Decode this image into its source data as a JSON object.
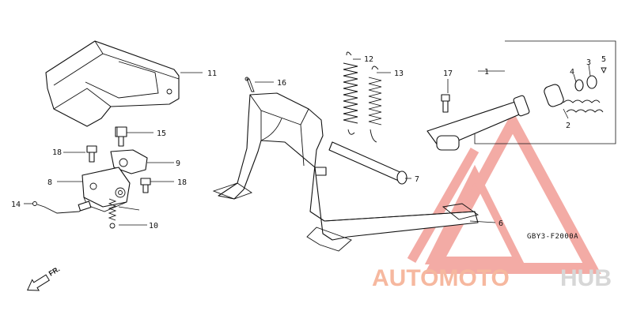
{
  "labels": {
    "p1": "1",
    "p2": "2",
    "p3": "3",
    "p4": "4",
    "p5": "5",
    "p6": "6",
    "p7": "7",
    "p8": "8",
    "p9": "9",
    "p10": "10",
    "p11": "11",
    "p12": "12",
    "p13": "13",
    "p14": "14",
    "p15": "15",
    "p16": "16",
    "p17": "17",
    "p18a": "18",
    "p18b": "18"
  },
  "diagram_code": "GBY3-F2000A",
  "direction_marker": "FR.",
  "watermark": {
    "part1": "AUTOMOTO",
    "part2": "HUB",
    "color_main": "#f6b89f",
    "color_accent": "#d7d7d7",
    "logo_color": "#f08f88"
  }
}
